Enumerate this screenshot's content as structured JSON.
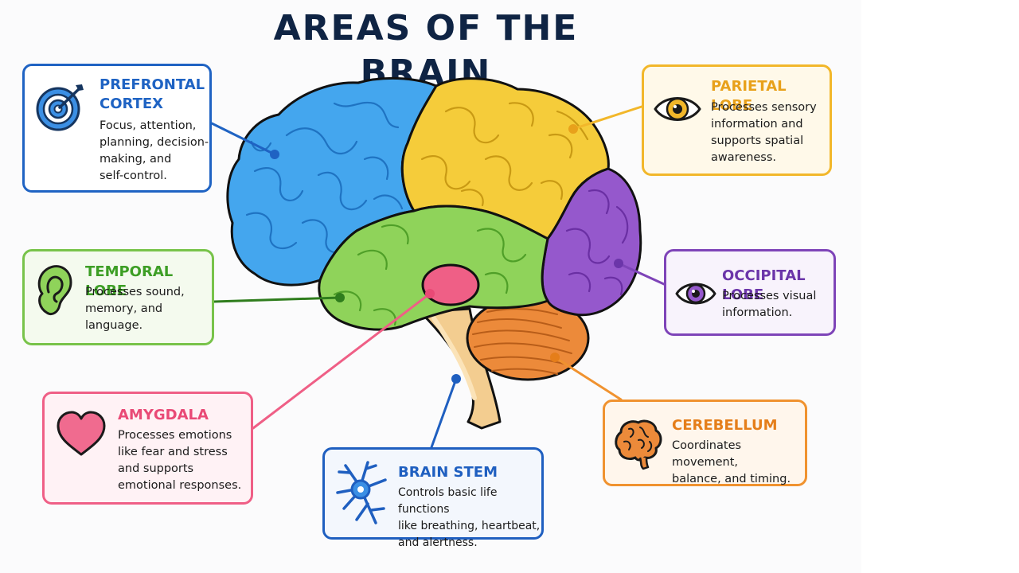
{
  "title": "AREAS OF THE BRAIN",
  "colors": {
    "frontal": "#44a6ee",
    "parietal": "#f5cc3a",
    "occipital": "#9558cc",
    "temporal": "#8fd35a",
    "amygdala": "#ef5f86",
    "cerebellum": "#ec8a3a",
    "brain_stem": "#f3cd90",
    "title": "#0f2444"
  },
  "regions": {
    "prefrontal": {
      "title_line1": "PREFRONTAL",
      "title_line2": "CORTEX",
      "description_lines": [
        "Focus, attention,",
        "planning, decision-",
        "making, and",
        "self-control."
      ],
      "icon": "target-icon"
    },
    "parietal": {
      "title": "PARIETAL LOBE",
      "description_lines": [
        "Processes sensory",
        "information and",
        "supports spatial",
        "awareness."
      ],
      "icon": "eye-icon"
    },
    "temporal": {
      "title": "TEMPORAL LOBE",
      "description_lines": [
        "Processes sound,",
        "memory, and",
        "language."
      ],
      "icon": "ear-icon"
    },
    "occipital": {
      "title": "OCCIPITAL LOBE",
      "description_lines": [
        "Processes visual",
        "information."
      ],
      "icon": "eye-icon"
    },
    "amygdala": {
      "title": "AMYGDALA",
      "description_lines": [
        "Processes emotions",
        "like fear and stress",
        "and supports",
        "emotional responses."
      ],
      "icon": "heart-icon"
    },
    "brain_stem": {
      "title": "BRAIN STEM",
      "description_lines": [
        "Controls basic life functions",
        "like breathing, heartbeat,",
        "and alertness."
      ],
      "icon": "neuron-icon"
    },
    "cerebellum": {
      "title": "CEREBELLUM",
      "description_lines": [
        "Coordinates movement,",
        "balance, and timing."
      ],
      "icon": "brain-icon"
    }
  }
}
